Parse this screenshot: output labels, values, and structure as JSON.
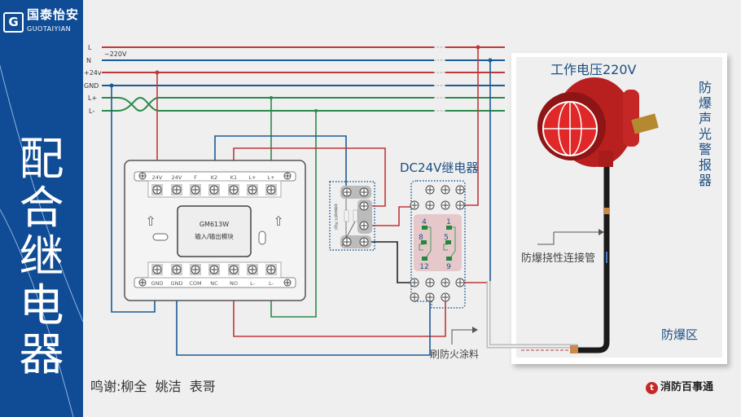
{
  "branding": {
    "logo_cn": "国泰怡安",
    "logo_en": "GUOTAIYIAN",
    "logo_mark": "G"
  },
  "title": "配合继电器",
  "bus": {
    "labels": [
      "L",
      "N",
      "+24v",
      "GND",
      "L+",
      "L-"
    ],
    "voltage_note": "~220V"
  },
  "module": {
    "model": "GM613W",
    "name": "输入/输出模块",
    "top_terminals": [
      "24V",
      "24V",
      "F",
      "K2",
      "K1",
      "L+",
      "L+"
    ],
    "bottom_terminals": [
      "GND",
      "GND",
      "COM",
      "NC",
      "NO",
      "L-",
      "L-"
    ]
  },
  "resistor": {
    "label": "终端电阻(4.7K欧)"
  },
  "relay": {
    "title": "DC24V继电器",
    "pins": [
      "4",
      "1",
      "8",
      "5",
      "12",
      "9"
    ]
  },
  "alarm": {
    "voltage": "工作电压220V",
    "name": "防爆声光警报器",
    "zone": "防爆区",
    "conduit_label": "防爆挠性连接管",
    "fire_coating_label": "刷防火涂料"
  },
  "footer": {
    "thanks": "鸣谢:柳全  姚洁  表哥",
    "brand": "消防百事通"
  },
  "colors": {
    "sidebar": "#0f4c95",
    "live": "#c0373a",
    "neutral": "#1c5b94",
    "bus_green": "#2a8a4a",
    "text_blue": "#1d4f84"
  }
}
